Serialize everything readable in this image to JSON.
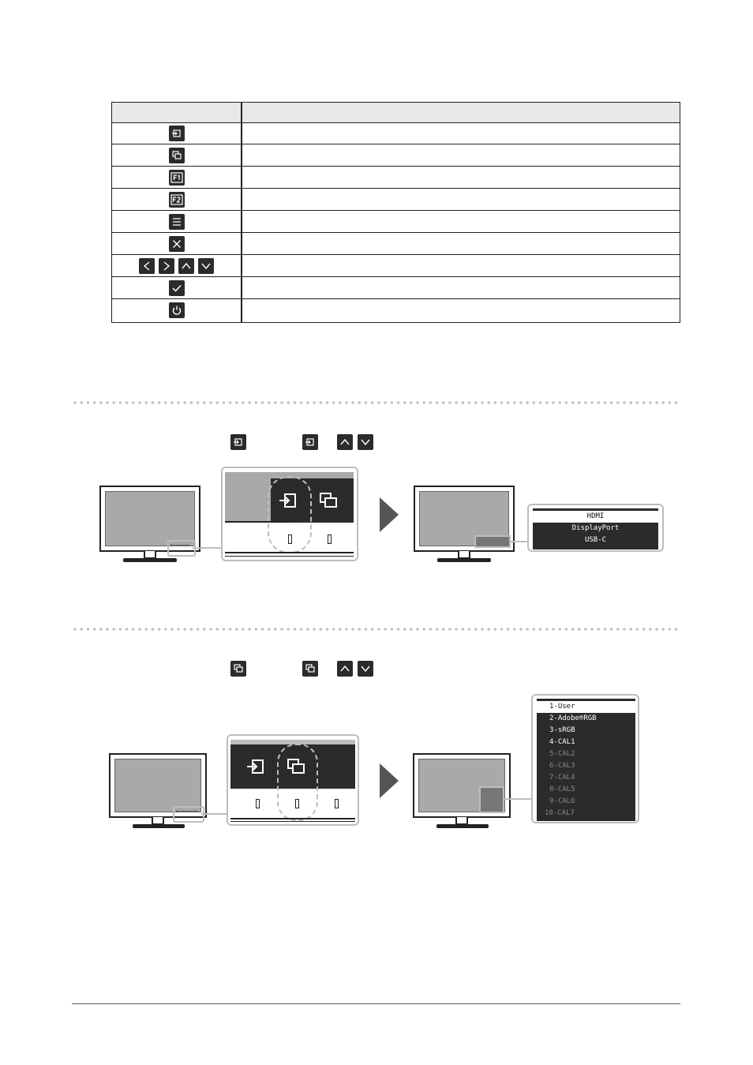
{
  "button_table": {
    "header": {
      "col1": "",
      "col2": ""
    },
    "rows": [
      {
        "icon": "input-select-icon",
        "description": ""
      },
      {
        "icon": "color-mode-icon",
        "description": ""
      },
      {
        "icon": "function-f1-icon",
        "description": ""
      },
      {
        "icon": "function-f2-icon",
        "description": ""
      },
      {
        "icon": "menu-icon",
        "description": ""
      },
      {
        "icon": "close-icon",
        "description": ""
      },
      {
        "icon": "arrow-keys-icon",
        "description": ""
      },
      {
        "icon": "checkmark-icon",
        "description": ""
      },
      {
        "icon": "power-icon",
        "description": ""
      }
    ]
  },
  "input_section": {
    "step_icons": [
      "input-select-icon",
      "input-select-icon",
      "up-arrow-icon",
      "down-arrow-icon"
    ],
    "input_options": [
      "HDMI",
      "DisplayPort",
      "USB-C"
    ],
    "selected_index": 0
  },
  "color_section": {
    "step_icons": [
      "color-mode-icon",
      "color-mode-icon",
      "up-arrow-icon",
      "down-arrow-icon"
    ],
    "color_modes": [
      "1-User",
      "2-Adobe®RGB",
      "3-sRGB",
      "4-CAL1",
      "5-CAL2",
      "6-CAL3",
      "7-CAL4",
      "8-CAL5",
      "9-CAL6",
      "10-CAL7"
    ],
    "selected_index": 0,
    "enabled_count": 4
  },
  "colors": {
    "button_bg": "#2b2b2b",
    "screen_grey": "#a9a9a9",
    "callout_border": "#bdbdbd"
  }
}
